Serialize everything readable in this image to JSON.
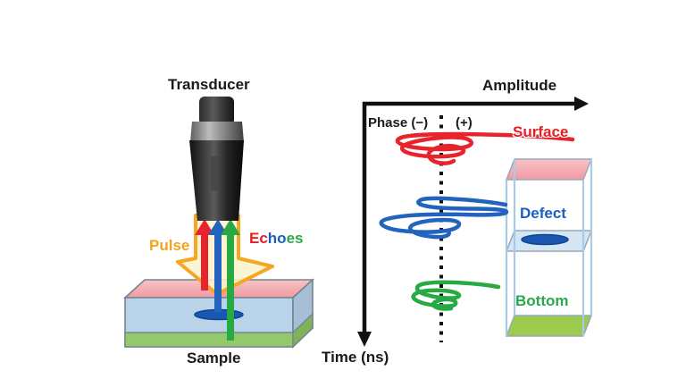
{
  "figure": {
    "left": {
      "transducer_label": "Transducer",
      "pulse_label": "Pulse",
      "echoes_parts": [
        {
          "text": "Ec",
          "color": "#ED1C24"
        },
        {
          "text": "ho",
          "color": "#1A5FC4"
        },
        {
          "text": "es",
          "color": "#2BA84A"
        }
      ],
      "sample_label": "Sample"
    },
    "right": {
      "amplitude_label": "Amplitude",
      "phase_negative_label": "Phase (−)",
      "phase_positive_label": "(+)",
      "time_label": "Time (ns)",
      "echo_labels": [
        {
          "label": "Surface",
          "color": "#ED1C24"
        },
        {
          "label": "Defect",
          "color": "#1A5FC4"
        },
        {
          "label": "Bottom",
          "color": "#2BA84A"
        }
      ]
    },
    "colors": {
      "pulse_yellow": "#F5A21B",
      "pulse_fill_cream": "#FCF3CE",
      "echo_red": "#E8232B",
      "echo_blue": "#2263BE",
      "echo_green": "#27A944",
      "sample_surface_pink": "#F2A8AC",
      "sample_body_blue": "#B9D3EB",
      "sample_bottom_green": "#93C96B",
      "defect_dark_blue": "#1A57B0",
      "box_edge_light_blue": "#A9CBE8",
      "axis_black": "#111111"
    }
  }
}
